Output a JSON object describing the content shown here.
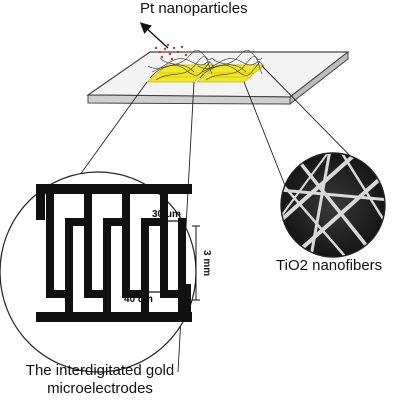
{
  "labels": {
    "pt_nanoparticles": "Pt nanoparticles",
    "tio2_prefix": "TiO",
    "tio2_subscript": "2",
    "tio2_suffix": " nanofibers",
    "gold_line1": "The interdigitated gold",
    "gold_line2": "microelectrodes"
  },
  "dimensions": {
    "gap_top": "30 um",
    "gap_bottom": "40 um",
    "height": "3 mm"
  },
  "colors": {
    "electrode_pad": "#f2e62a",
    "gold_pattern": "#111111",
    "substrate": "#f3f3f3",
    "sem_background": "#1e1e1e",
    "fiber": "#d9d9d9"
  }
}
